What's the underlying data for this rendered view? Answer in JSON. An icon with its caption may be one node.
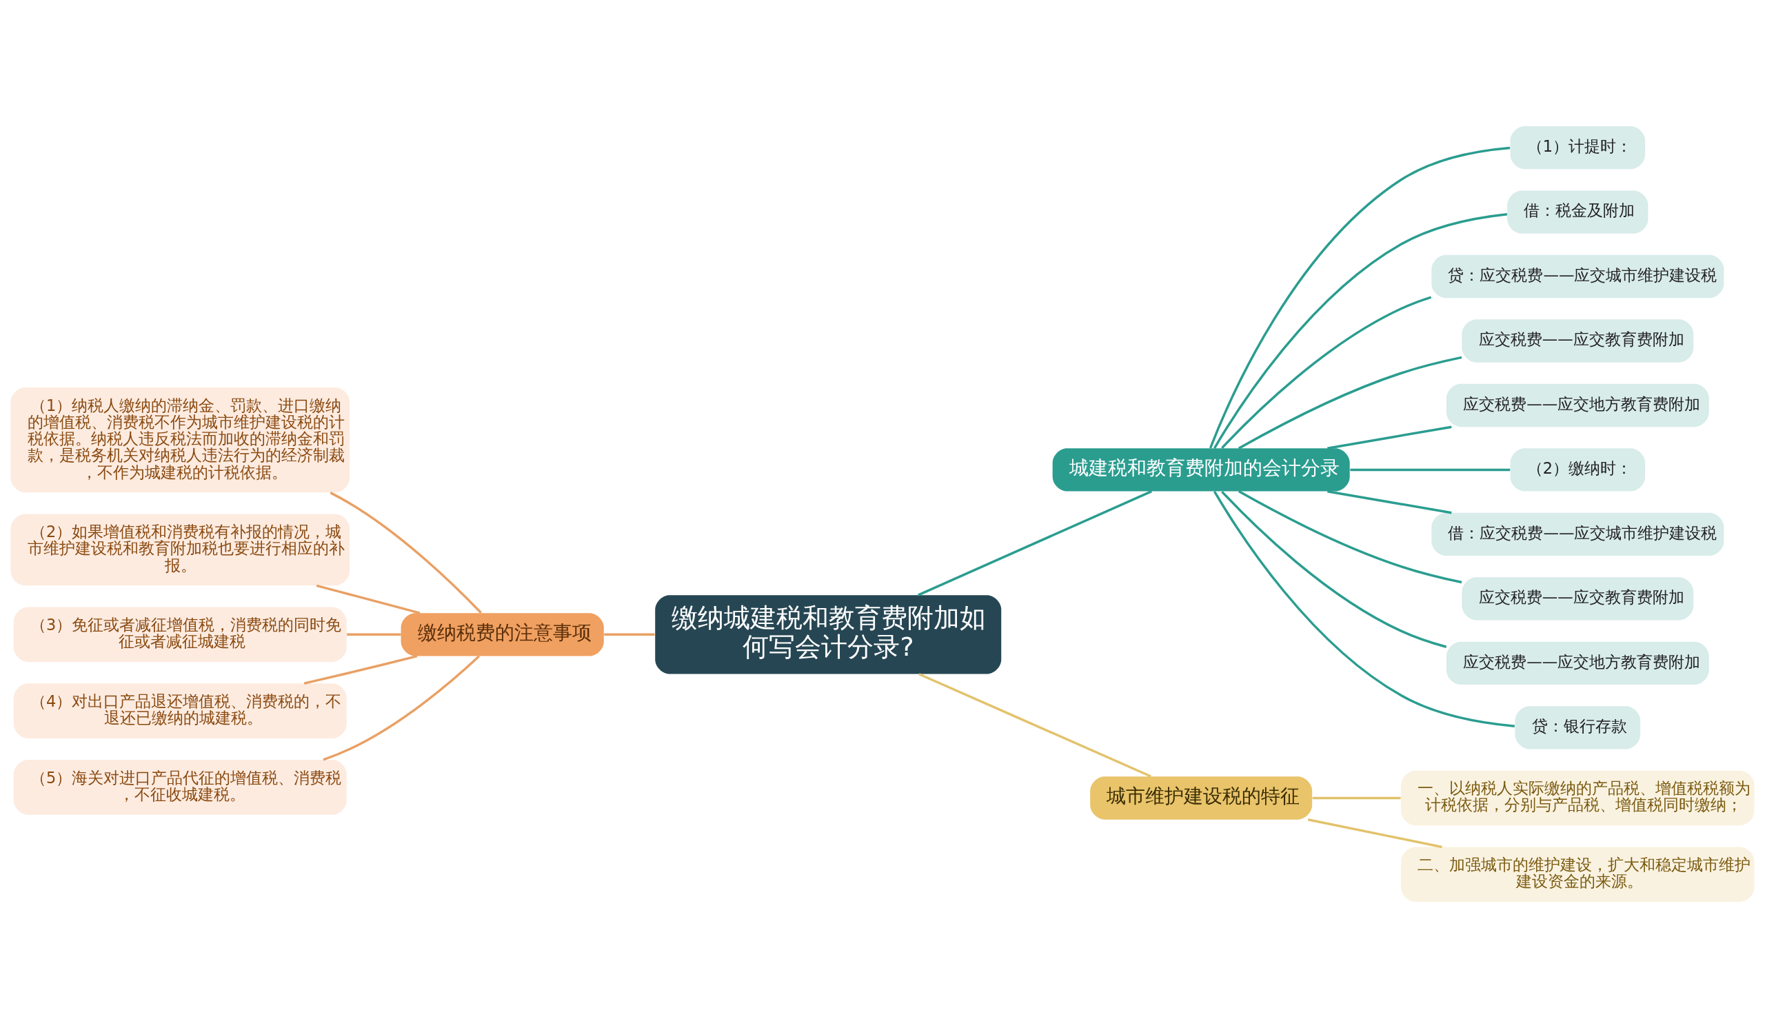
{
  "diagram": {
    "nodes": [
      {
        "text": [
          "缴纳城建税和教育费附加如何写会计分录?"
        ]
      },
      {
        "text": [
          "缴纳税费的注意事项"
        ]
      },
      {
        "text": [
          "（1）纳税人缴纳的滞纳金、罚款、进口缴纳的增值税、消费税不作为城市维护建设税的计税依据。纳税人违反税法而加收的滞纳金和罚款，是税务机关对纳税人违法行为的经济制裁，不作为城建税的计税依据。"
        ]
      },
      {
        "text": [
          "（2）如果增值税和消费税有补报的情况，城市维护建设税和教育附加税也要进行相应的补报。"
        ]
      },
      {
        "text": [
          "（3）免征或者减征增值税，消费税的同时免征或者减征城建税"
        ]
      },
      {
        "text": [
          "（4）对出口产品退还增值税、消费税的，不退还已缴纳的城建税。"
        ]
      },
      {
        "text": [
          "（5）海关对进口产品代征的增值税、消费税，不征收城建税。"
        ]
      },
      {
        "text": [
          "城建税和教育费附加的会计分录"
        ]
      },
      {
        "text": [
          "（1）计提时："
        ]
      },
      {
        "text": [
          "借：税金及附加"
        ]
      },
      {
        "text": [
          "贷：应交税费——应交城市维护建设税"
        ]
      },
      {
        "text": [
          "应交税费——应交教育费附加"
        ]
      },
      {
        "text": [
          "应交税费——应交地方教育费附加"
        ]
      },
      {
        "text": [
          "（2）缴纳时："
        ]
      },
      {
        "text": [
          "借：应交税费——应交城市维护建设税"
        ]
      },
      {
        "text": [
          "应交税费——应交教育费附加"
        ]
      },
      {
        "text": [
          "应交税费——应交地方教育费附加"
        ]
      },
      {
        "text": [
          "贷：银行存款"
        ]
      },
      {
        "text": [
          "城市维护建设税的特征"
        ]
      },
      {
        "text": [
          "一、以纳税人实际缴纳的产品税、增值税税额为计税依据，分别与产品税、增值税同时缴纳；"
        ]
      },
      {
        "text": [
          "二、加强城市的维护建设，扩大和稳定城市维护建设资金的来源。"
        ]
      }
    ],
    "edges": [
      {
        "from": 0,
        "to": 1,
        "arrow": "none",
        "color": "#e9a064"
      },
      {
        "from": 1,
        "to": 2,
        "arrow": "none",
        "color": "#e9a064"
      },
      {
        "from": 1,
        "to": 3,
        "arrow": "none",
        "color": "#e9a064"
      },
      {
        "from": 1,
        "to": 4,
        "arrow": "none",
        "color": "#e9a064"
      },
      {
        "from": 1,
        "to": 5,
        "arrow": "none",
        "color": "#e9a064"
      },
      {
        "from": 1,
        "to": 6,
        "arrow": "none",
        "color": "#e9a064"
      },
      {
        "from": 0,
        "to": 7,
        "arrow": "none"
      },
      {
        "from": 7,
        "to": 8,
        "arrow": "none"
      },
      {
        "from": 7,
        "to": 9,
        "arrow": "none"
      },
      {
        "from": 7,
        "to": 10,
        "arrow": "none"
      },
      {
        "from": 7,
        "to": 11,
        "arrow": "none"
      },
      {
        "from": 7,
        "to": 12,
        "arrow": "none"
      },
      {
        "from": 7,
        "to": 13,
        "arrow": "none"
      },
      {
        "from": 7,
        "to": 14,
        "arrow": "none"
      },
      {
        "from": 7,
        "to": 15,
        "arrow": "none"
      },
      {
        "from": 7,
        "to": 16,
        "arrow": "none"
      },
      {
        "from": 7,
        "to": 17,
        "arrow": "none"
      },
      {
        "from": 0,
        "to": 18,
        "arrow": "none",
        "color": "#e2c26b"
      },
      {
        "from": 18,
        "to": 19,
        "arrow": "none",
        "color": "#e2c26b"
      },
      {
        "from": 18,
        "to": 20,
        "arrow": "none",
        "color": "#e2c26b"
      }
    ]
  }
}
